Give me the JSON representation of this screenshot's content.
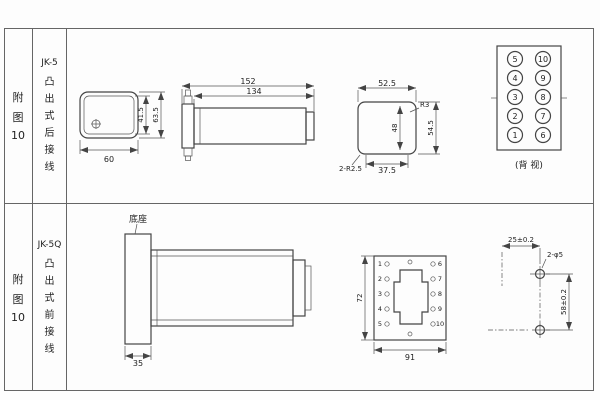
{
  "row1": {
    "fig": {
      "line1": "附",
      "line2": "图",
      "line3": "10"
    },
    "model": "JK-5",
    "type_chars": [
      "凸",
      "出",
      "式",
      "后",
      "接",
      "线"
    ],
    "front": {
      "width": "60",
      "inner_height": "41.5",
      "outer_height": "63.5"
    },
    "side": {
      "total_length": "152",
      "body_length": "134"
    },
    "bracket": {
      "top_width": "52.5",
      "radius": "R3",
      "inner_height": "48",
      "outer_height": "54.5",
      "bottom_width": "37.5",
      "corner_radius": "2-R2.5"
    },
    "terminals": {
      "left": [
        "5",
        "4",
        "3",
        "2",
        "1"
      ],
      "right": [
        "10",
        "9",
        "8",
        "7",
        "6"
      ],
      "caption": "(背 视)"
    }
  },
  "row2": {
    "fig": {
      "line1": "附",
      "line2": "图",
      "line3": "10"
    },
    "model": "JK-5Q",
    "type_chars": [
      "凸",
      "出",
      "式",
      "前",
      "接",
      "线"
    ],
    "base_label": "底座",
    "side": {
      "flange_width": "35"
    },
    "socket": {
      "height": "72",
      "width": "91",
      "left": [
        "1",
        "2",
        "3",
        "4",
        "5"
      ],
      "right": [
        "6",
        "7",
        "8",
        "9",
        "10"
      ]
    },
    "drill": {
      "horizontal": "25±0.2",
      "holes": "2-φ5",
      "vertical": "58±0.2"
    }
  }
}
